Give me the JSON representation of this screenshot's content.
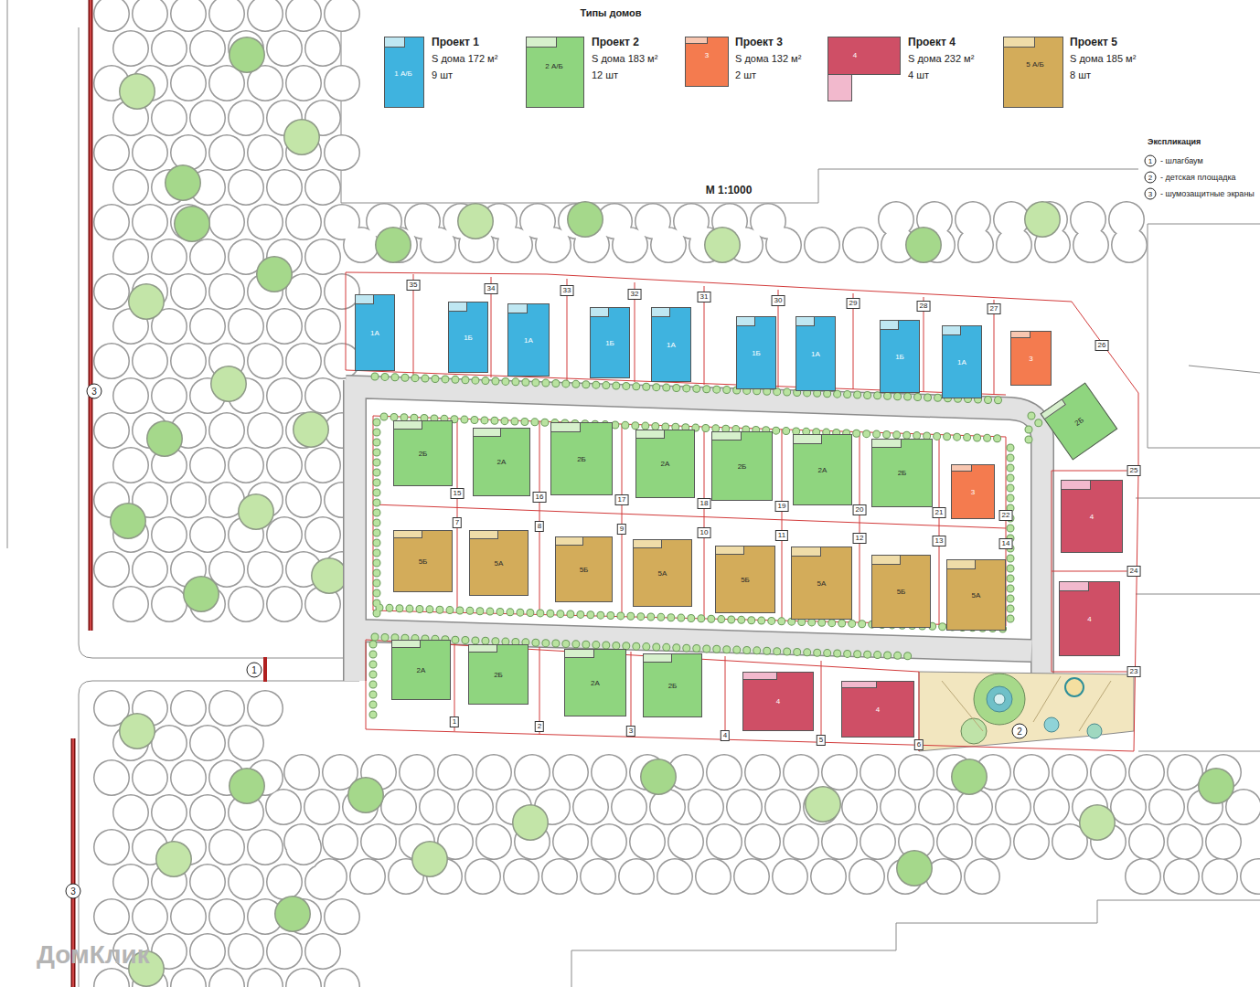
{
  "diagram": {
    "title": "Типы домов",
    "nodes": [
      {
        "text": [
          "1А"
        ]
      },
      {
        "text": [
          "1Б"
        ]
      },
      {
        "text": [
          "1А"
        ]
      },
      {
        "text": [
          "1Б"
        ]
      },
      {
        "text": [
          "1А"
        ]
      },
      {
        "text": [
          "1Б"
        ]
      },
      {
        "text": [
          "1А"
        ]
      },
      {
        "text": [
          "1Б"
        ]
      },
      {
        "text": [
          "1А"
        ]
      },
      {
        "text": [
          "3"
        ]
      },
      {
        "text": [
          "2Б"
        ]
      },
      {
        "text": [
          "2Б"
        ]
      },
      {
        "text": [
          "2А"
        ]
      },
      {
        "text": [
          "2Б"
        ]
      },
      {
        "text": [
          "2А"
        ]
      },
      {
        "text": [
          "2Б"
        ]
      },
      {
        "text": [
          "2А"
        ]
      },
      {
        "text": [
          "2Б"
        ]
      },
      {
        "text": [
          "3"
        ]
      },
      {
        "text": [
          "5Б"
        ]
      },
      {
        "text": [
          "5А"
        ]
      },
      {
        "text": [
          "5Б"
        ]
      },
      {
        "text": [
          "5А"
        ]
      },
      {
        "text": [
          "5Б"
        ]
      },
      {
        "text": [
          "5А"
        ]
      },
      {
        "text": [
          "5Б"
        ]
      },
      {
        "text": [
          "5А"
        ]
      },
      {
        "text": [
          "4"
        ]
      },
      {
        "text": [
          "4"
        ]
      },
      {
        "text": [
          "2А"
        ]
      },
      {
        "text": [
          "2Б"
        ]
      },
      {
        "text": [
          "2А"
        ]
      },
      {
        "text": [
          "2Б"
        ]
      },
      {
        "text": [
          "4"
        ]
      },
      {
        "text": [
          "4"
        ]
      }
    ],
    "labels": [
      "1 А/Б",
      "S дома 172 м²",
      "9 шт",
      "2 А/Б",
      "S дома 183 м²",
      "12 шт",
      "3",
      "S дома 132 м²",
      "2 шт",
      "4",
      "S дома 232 м²",
      "4 шт",
      "5 А/Б",
      "S дома 185 м²",
      "8 шт",
      "Экспликация",
      "1",
      "- шлагбаум",
      "2",
      "- детская площадка",
      "3",
      "- шумозащитные экраны",
      "М 1:1000",
      "1",
      "2",
      "3",
      "4",
      "5",
      "6",
      "7",
      "8",
      "9",
      "10",
      "11",
      "12",
      "13",
      "14",
      "15",
      "16",
      "17",
      "18",
      "19",
      "20",
      "21",
      "22",
      "23",
      "24",
      "25",
      "26",
      "27",
      "28",
      "29",
      "30",
      "31",
      "32",
      "33",
      "34",
      "35",
      "3",
      "3",
      "1",
      "2",
      "ДомКлик"
    ],
    "legend": [
      {
        "text": "Проект 1",
        "color": "#3fb3df"
      },
      {
        "text": "Проект 2",
        "color": "#8fd57f"
      },
      {
        "text": "Проект 3",
        "color": "#f47b4f"
      },
      {
        "text": "Проект 4",
        "color": "#cf4f66"
      },
      {
        "text": "Проект 5",
        "color": "#d3ac5a"
      }
    ]
  }
}
